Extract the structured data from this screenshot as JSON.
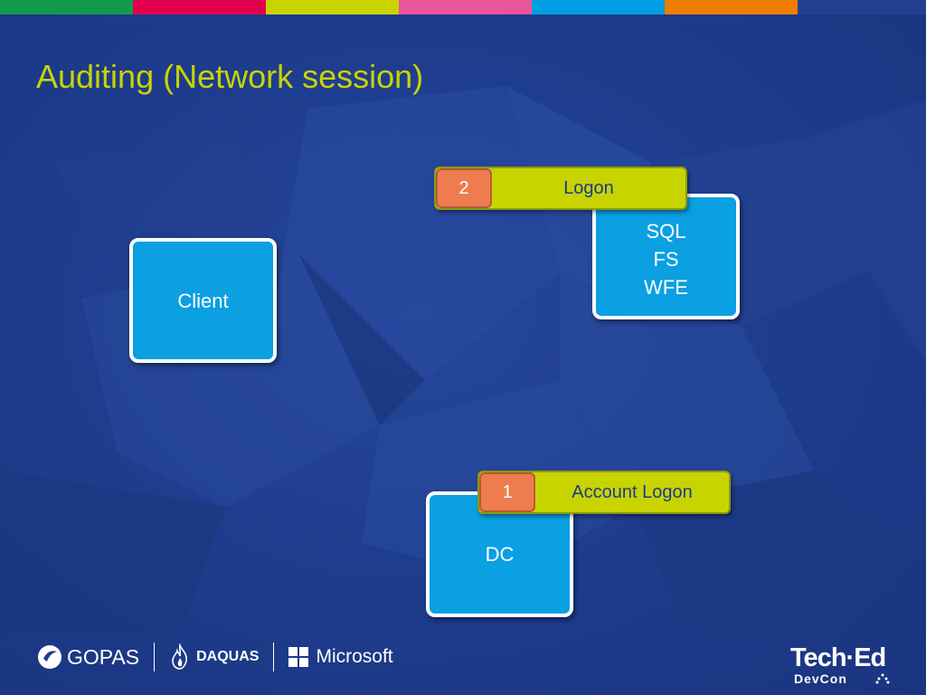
{
  "slide": {
    "title": "Auditing (Network session)",
    "accent_color": "#c8d400",
    "background_color": "#1d3a8a",
    "box_color": "#0aa0e2"
  },
  "color_bar": [
    "#0f9b4b",
    "#e3004f",
    "#c8d400",
    "#e8559a",
    "#009fe3",
    "#ef7d00",
    "#243f8f"
  ],
  "boxes": {
    "client": {
      "label": "Client"
    },
    "server": {
      "lines": [
        "SQL",
        "FS",
        "WFE"
      ]
    },
    "dc": {
      "label": "DC"
    }
  },
  "tags": {
    "logon": {
      "number": "2",
      "label": "Logon"
    },
    "account_logon": {
      "number": "1",
      "label": "Account Logon"
    }
  },
  "footer": {
    "logos": {
      "gopas": "GOPAS",
      "daquas": "DAQUAS",
      "microsoft": "Microsoft"
    },
    "event_logo": {
      "main": "Tech·Ed",
      "sub": "DevCon"
    }
  }
}
